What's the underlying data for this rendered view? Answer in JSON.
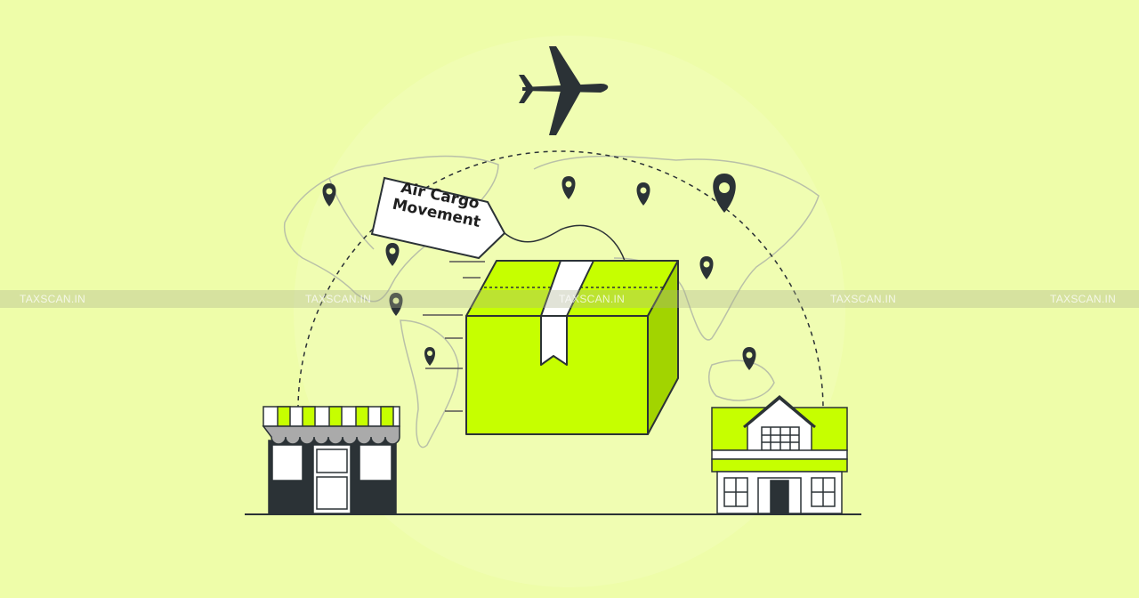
{
  "illustration": {
    "tag_label": [
      "Air Cargo",
      "Movement"
    ],
    "watermark": "TAXSCAN.IN",
    "icons": [
      "airplane-icon",
      "location-pin-icon",
      "package-box-icon",
      "storefront-icon",
      "house-icon",
      "world-map"
    ],
    "colors": {
      "background": "#eefda9",
      "accent_green": "#c6ff00",
      "dark": "#2b3236"
    }
  }
}
